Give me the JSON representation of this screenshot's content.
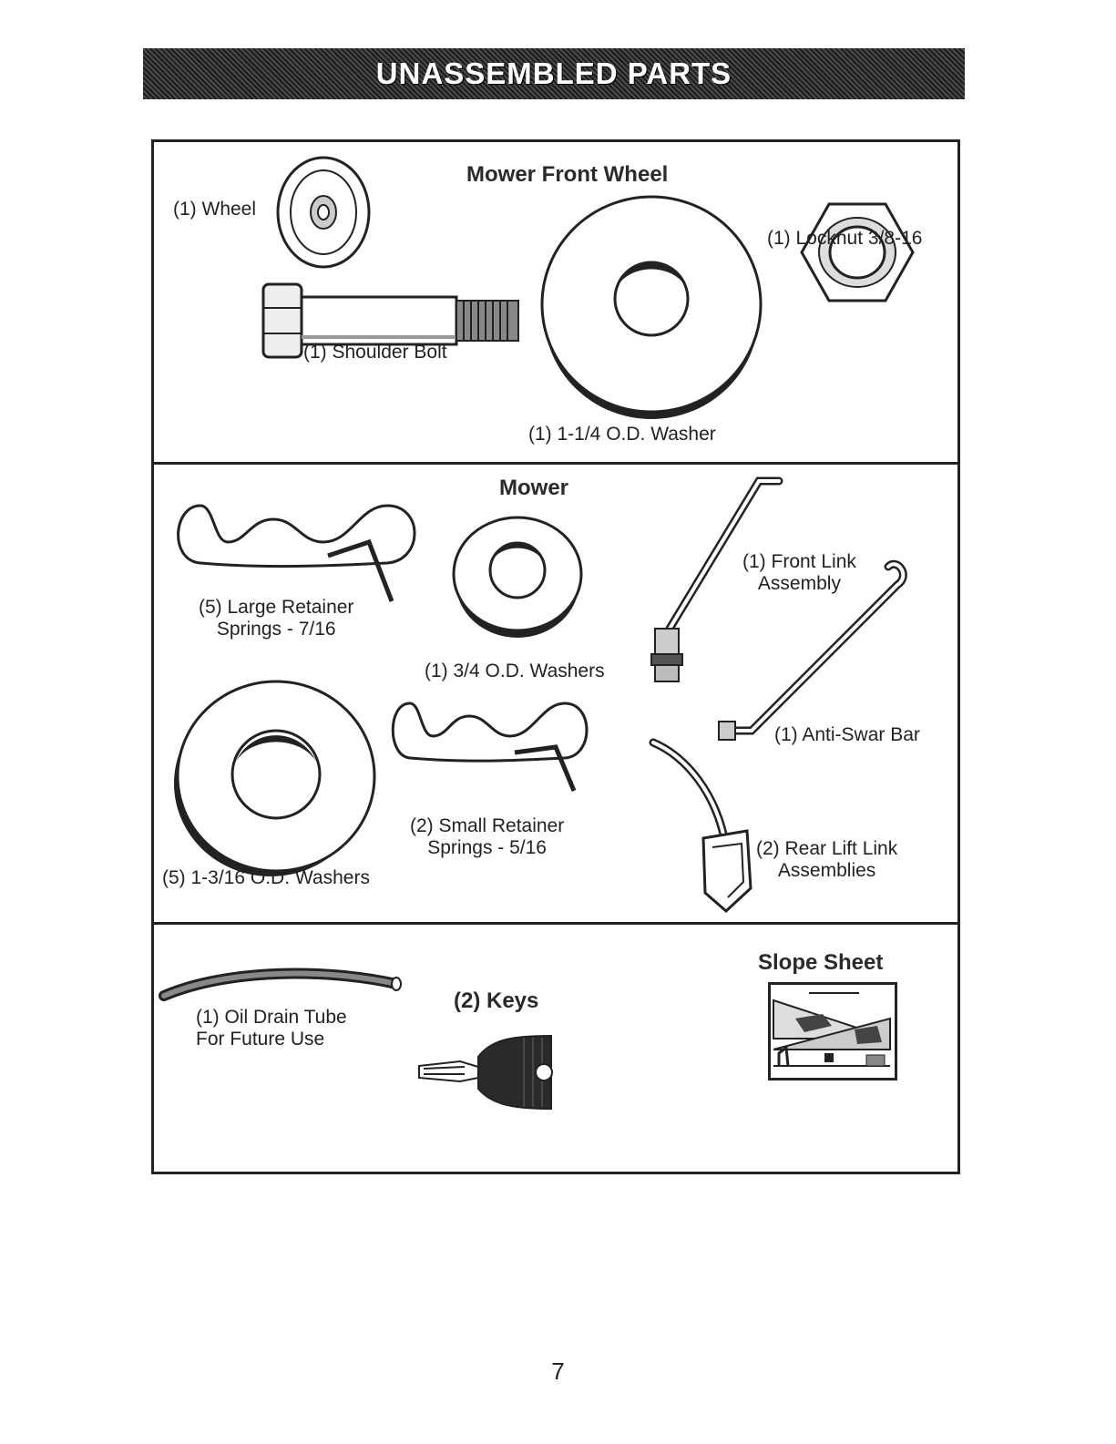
{
  "page": {
    "title": "UNASSEMBLED PARTS",
    "page_number": "7"
  },
  "sections": {
    "front_wheel": {
      "heading": "Mower Front Wheel",
      "wheel": "(1) Wheel",
      "shoulder_bolt": "(1) Shoulder Bolt",
      "washer": "(1) 1-1/4 O.D. Washer",
      "locknut": "(1) Locknut  3/8-16"
    },
    "mower": {
      "heading": "Mower",
      "large_springs": [
        "(5)  Large Retainer",
        "Springs - 7/16"
      ],
      "small_washers": "(1) 3/4 O.D. Washers",
      "front_link": [
        "(1) Front Link",
        "Assembly"
      ],
      "anti_sway": "(1) Anti-Swar Bar",
      "large_washers": "(5) 1-3/16 O.D. Washers",
      "small_springs": [
        "(2)  Small Retainer",
        "Springs - 5/16"
      ],
      "rear_lift": [
        "(2) Rear Lift Link",
        "Assemblies"
      ]
    },
    "misc": {
      "oil_tube": [
        "(1) Oil Drain Tube",
        "For Future Use"
      ],
      "keys": "(2) Keys",
      "slope_sheet": "Slope Sheet"
    }
  },
  "icons": [
    "wheel-icon",
    "shoulder-bolt-icon",
    "washer-icon",
    "locknut-icon",
    "retainer-spring-icon",
    "front-link-icon",
    "anti-sway-bar-icon",
    "rear-lift-link-icon",
    "oil-drain-tube-icon",
    "key-icon",
    "slope-sheet-icon"
  ]
}
